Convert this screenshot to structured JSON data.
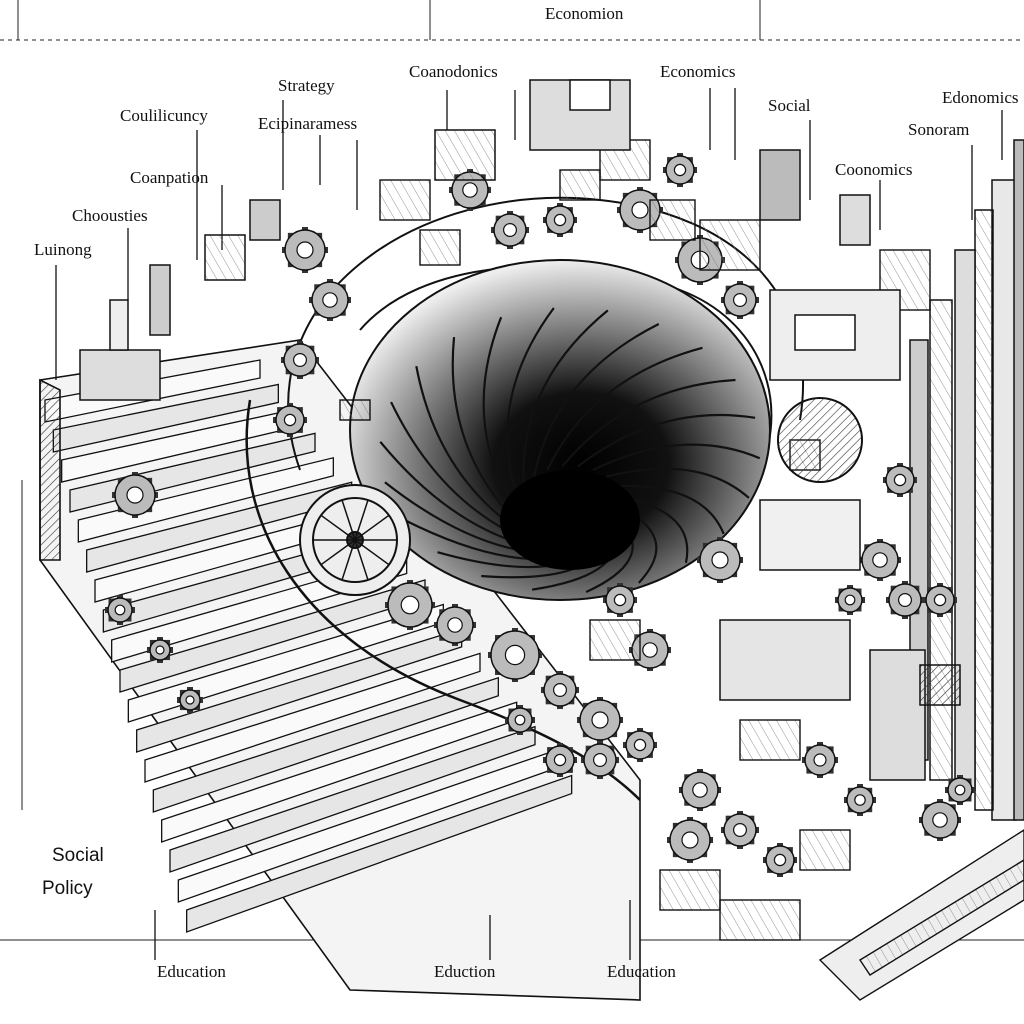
{
  "labels": {
    "top_center": "Economion",
    "coanodonics": "Coanodonics",
    "economics_top": "Economics",
    "edonomics": "Edonomics",
    "social_top": "Social",
    "sonoram": "Sonoram",
    "strategy": "Strategy",
    "ecipinaramess": "Ecipinaramess",
    "couliticuncy": "Coulilicuncy",
    "coanpation": "Coanpation",
    "choousties": "Choousties",
    "luinong": "Luinong",
    "coonomics": "Coonomics",
    "social_policy_1": "Social",
    "social_policy_2": "Policy",
    "education_left": "Education",
    "eduction_mid": "Eduction",
    "education_right": "Education"
  },
  "colors": {
    "ink": "#111111",
    "paper": "#ffffff",
    "light_gray": "#d9d9d9",
    "mid_gray": "#9a9a9a",
    "dark_gray": "#4a4a4a"
  }
}
